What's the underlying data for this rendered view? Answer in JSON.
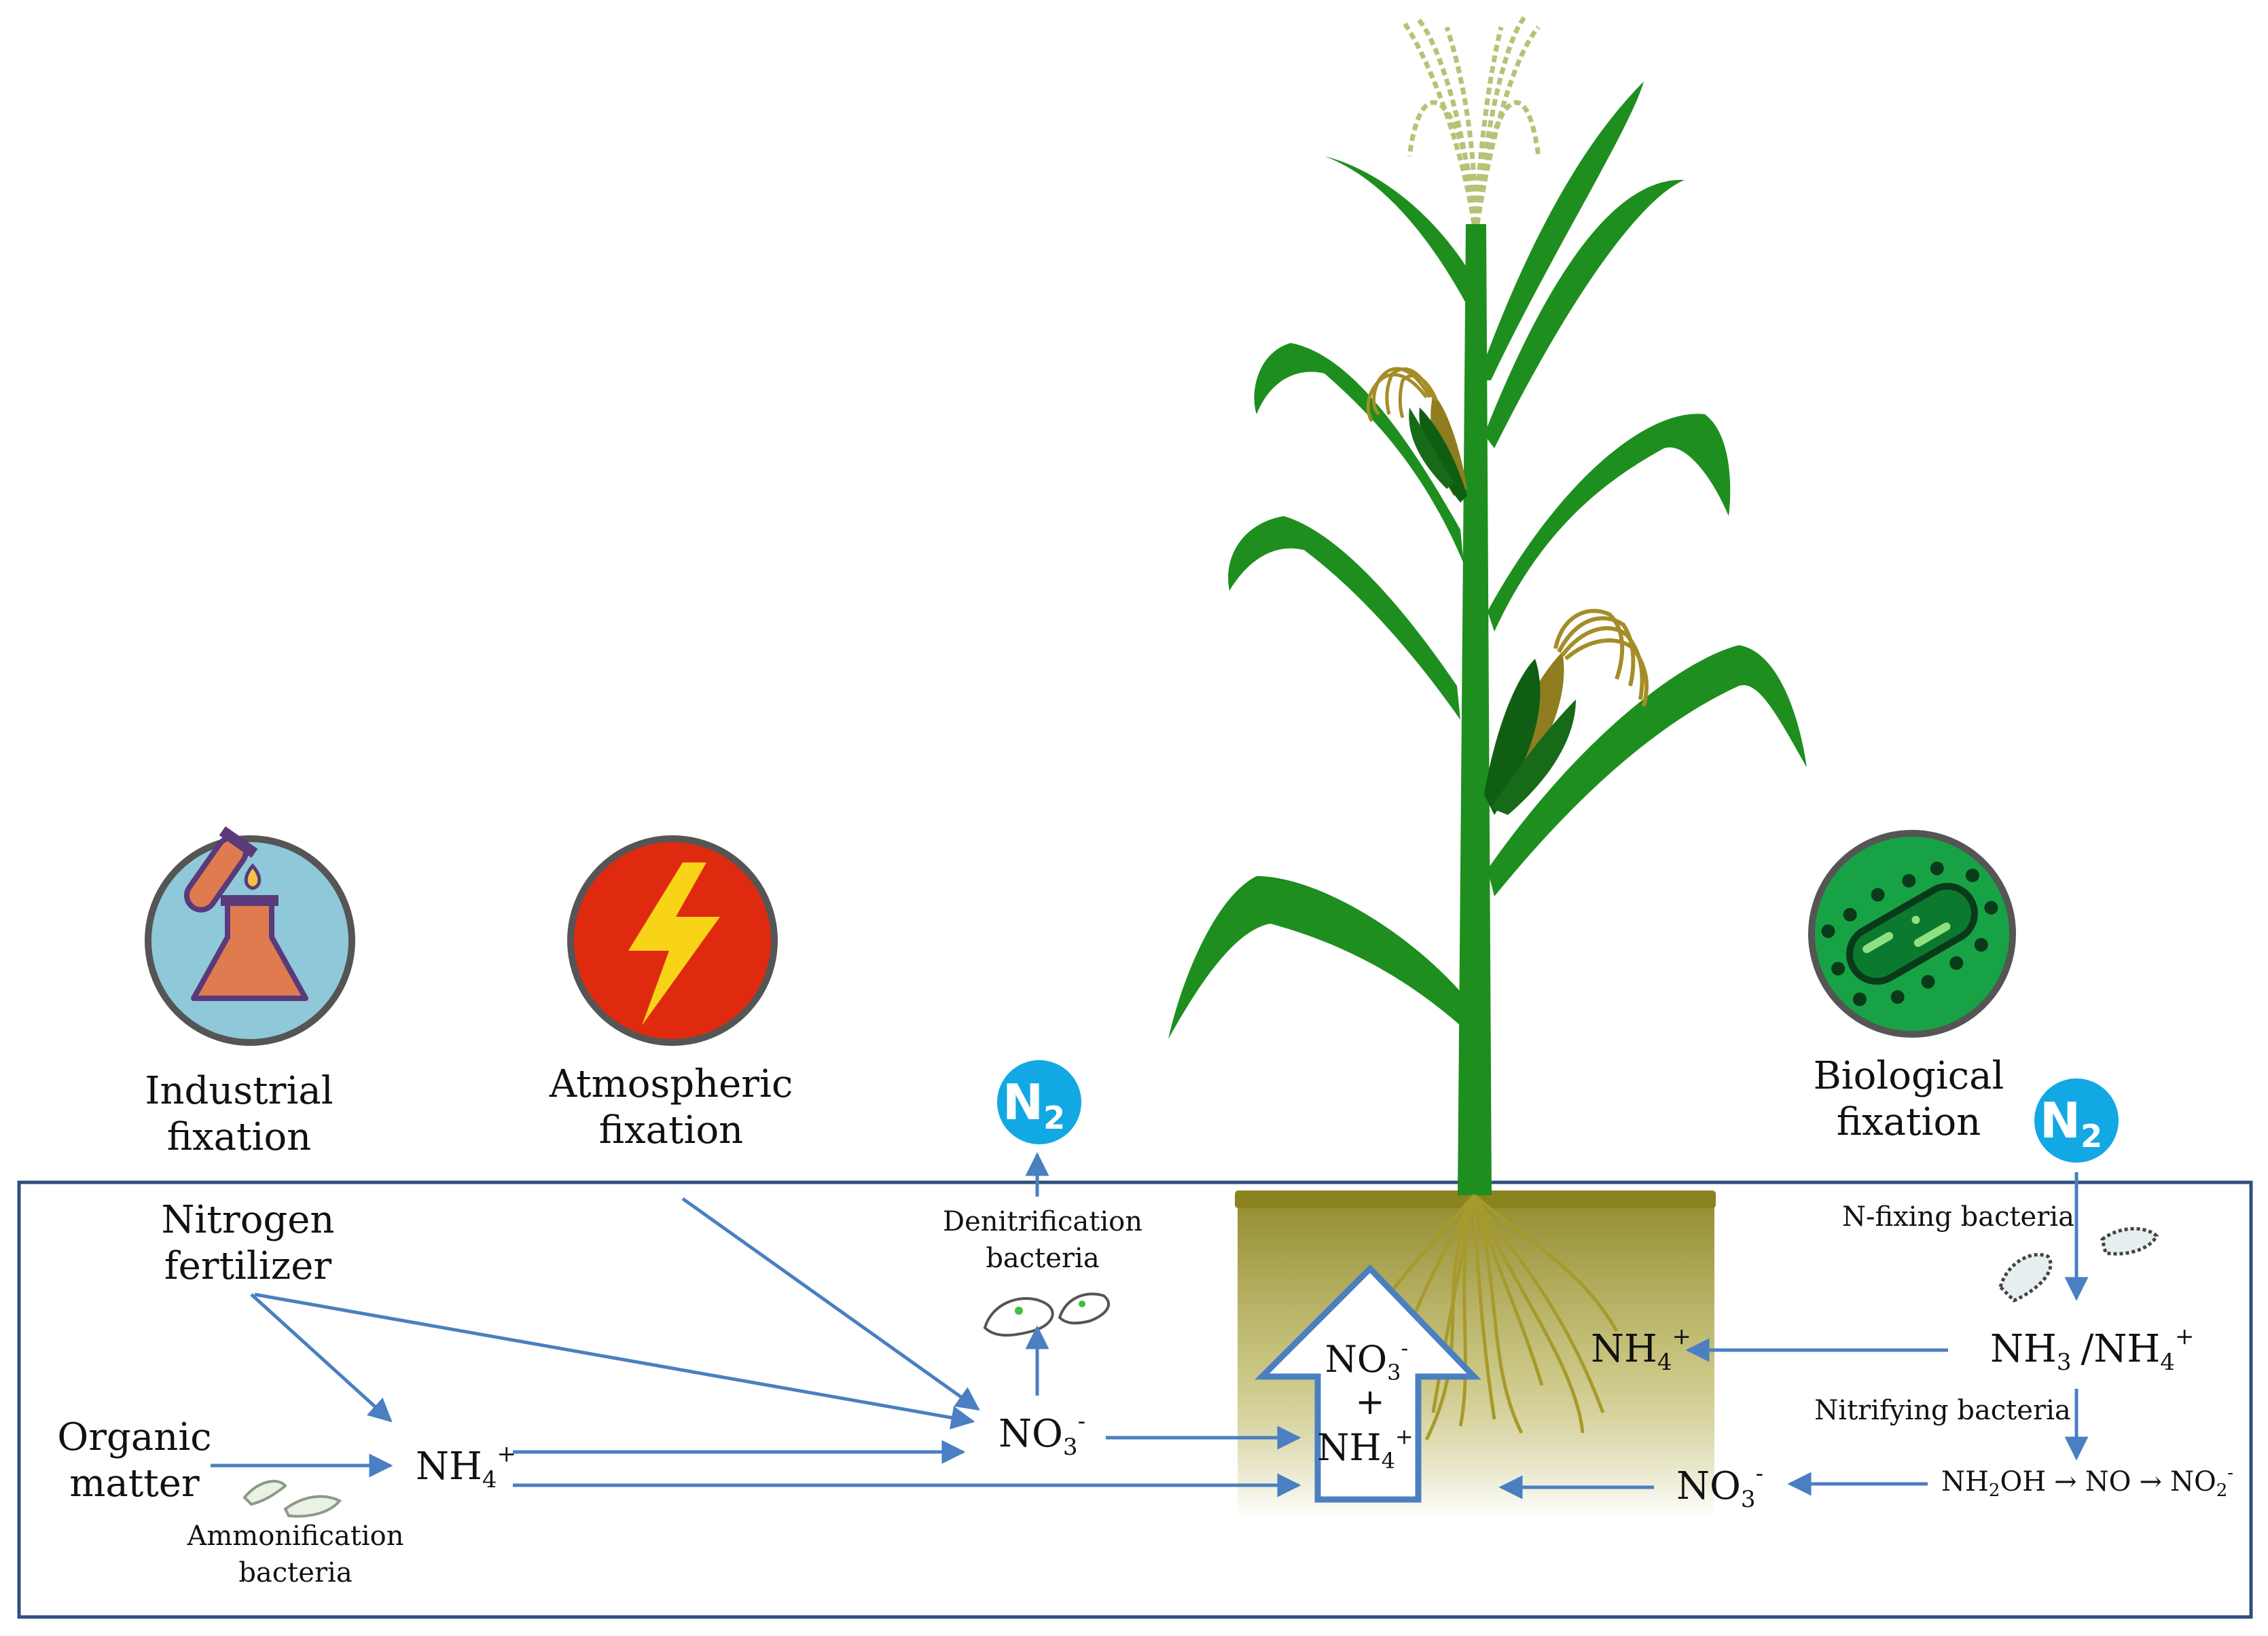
{
  "sources": {
    "industrial": {
      "line1": "Industrial",
      "line2": "fixation"
    },
    "atmospheric": {
      "line1": "Atmospheric",
      "line2": "fixation"
    },
    "biological": {
      "line1": "Biological",
      "line2": "fixation"
    }
  },
  "inputs": {
    "fertilizer": {
      "line1": "Nitrogen",
      "line2": "fertilizer"
    },
    "organic": {
      "line1": "Organic",
      "line2": "matter"
    }
  },
  "bacteria": {
    "ammonification": {
      "line1": "Ammonification",
      "line2": "bacteria"
    },
    "denitrification": {
      "line1": "Denitrification",
      "line2": "bacteria"
    },
    "nfixing": "N-fixing bacteria",
    "nitrifying": "Nitrifying bacteria"
  },
  "species": {
    "n2": {
      "base": "N",
      "sub": "2"
    },
    "nh4": {
      "base": "NH",
      "sub": "4",
      "sup": "+"
    },
    "no3": {
      "base": "NO",
      "sub": "3",
      "sup": "-"
    },
    "nh3": {
      "base": "NH",
      "sub": "3"
    },
    "slash": "/",
    "plus": "+",
    "nitrification_chain": {
      "nh2oh_a": "NH",
      "nh2oh_sub": "2",
      "nh2oh_b": "OH",
      "arrow1": "→",
      "no": "NO",
      "arrow2": "→",
      "no2": "NO",
      "no2_sub": "2",
      "no2_sup": "-"
    }
  },
  "colors": {
    "arrow": "#4a7fc1",
    "soil_border": "#2f4f7f",
    "n2_badge": "#12a8e3",
    "industrial_bg": "#8fc9d9",
    "atmospheric_bg": "#e02a10",
    "biological_bg": "#17a345",
    "leaf": "#1e8e1e",
    "root": "#a79a2c",
    "soil_top": "#8a8320"
  }
}
